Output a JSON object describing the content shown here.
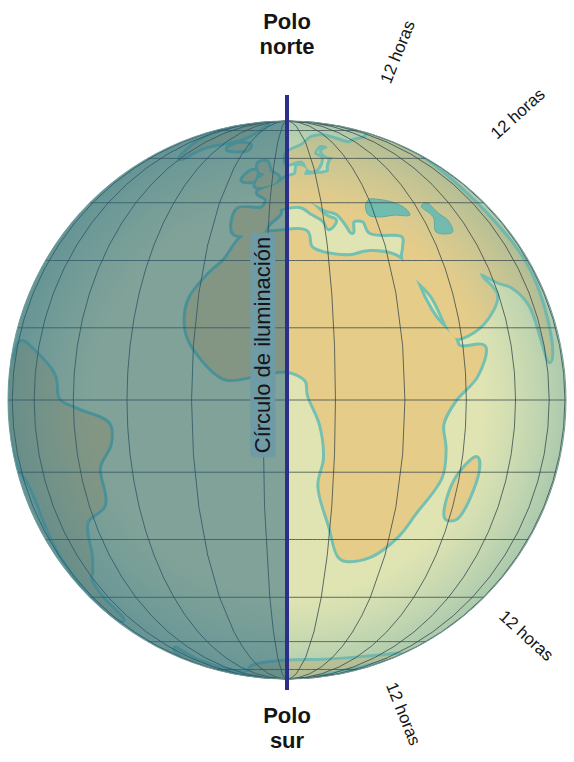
{
  "diagram": {
    "labels": [
      "Polo norte",
      "12 horas",
      "12 horas",
      "Círculo de iluminación",
      "12 horas",
      "12 horas",
      "Polo sur"
    ]
  }
}
